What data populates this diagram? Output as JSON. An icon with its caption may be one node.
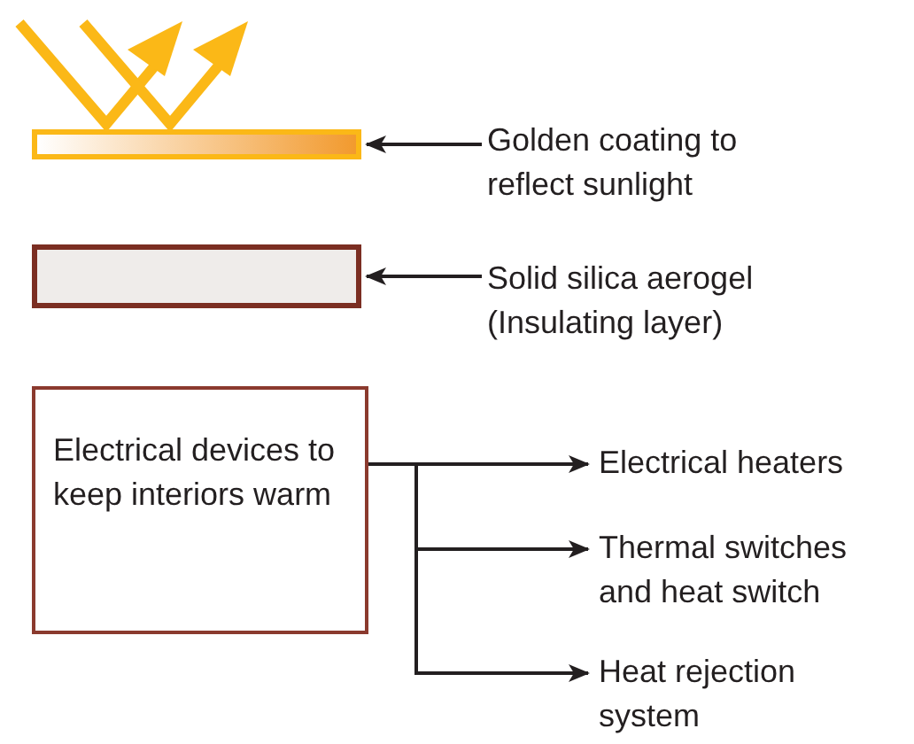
{
  "diagram": {
    "nodes": [
      {
        "text": [],
        "shape": "bar"
      },
      {
        "text": [
          "Golden coating to reflect sunlight"
        ]
      },
      {
        "text": [],
        "shape": "box"
      },
      {
        "text": [
          "Solid silica aerogel (Insulating layer)"
        ]
      },
      {
        "text": [
          "Electrical devices to keep interiors warm"
        ]
      },
      {
        "text": [
          "Electrical heaters"
        ]
      },
      {
        "text": [
          "Thermal switches and heat switch"
        ]
      },
      {
        "text": [
          "Heat rejection system"
        ]
      }
    ],
    "edges": [
      {
        "from": 1,
        "to": 0,
        "arrow": "to"
      },
      {
        "from": 3,
        "to": 2,
        "arrow": "to"
      },
      {
        "from": 4,
        "to": 5,
        "arrow": "to"
      },
      {
        "from": 4,
        "to": 6,
        "arrow": "to"
      },
      {
        "from": 4,
        "to": 7,
        "arrow": "to"
      }
    ]
  }
}
